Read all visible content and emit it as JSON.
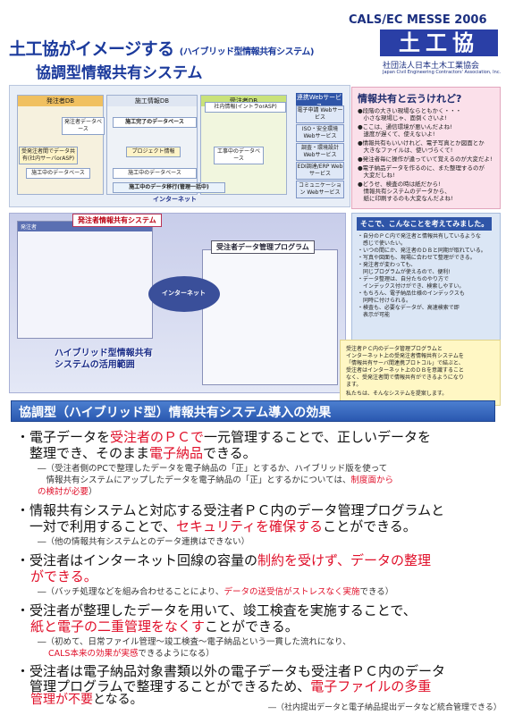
{
  "header": {
    "title_main": "土工協がイメージする",
    "title_paren": "(ハイブリッド型情報共有システム)",
    "title_sub": "協調型情報共有システム",
    "event": "CALS/EC MESSE 2006",
    "logo": "土工協",
    "association": "社団法人日本土木工業協会",
    "association_en": "Japan Civil Engineering Contractors' Association, Inc."
  },
  "diagram": {
    "col_orderer": "発注者DB",
    "col_construction": "施工情報DB",
    "col_contractor": "受注者DB",
    "col_web": "連携Webサービス",
    "node_order_mgmt": "発注者データベース",
    "node_order_asp": "受発注者間でデータ共有(社内サーバorASP)",
    "node_const1": "施工完了のデータベース",
    "node_const2": "施工中のデータベース",
    "node_in_house": "社内情報(イントラorASP)",
    "node_project": "プロジェクト情報",
    "node_contractor_db": "工事中のデータベース",
    "node_exec": "施工中のデータ移行(管理一括中)",
    "internet": "インターネット",
    "web": [
      "電子申請 Webサービス",
      "ISO・安全環境 Webサービス",
      "調査・環境設計 Webサービス",
      "EDI調達/ERP Webサービス",
      "コミュニケーション Webサービス"
    ]
  },
  "share_box": {
    "title": "情報共有と云うけれど?",
    "lines": [
      "●段階の大きい現場ならともかく・・・",
      "　小さな現場じゃ、面倒くさいよ!",
      "●ここは、通信環境が悪いんだよね!",
      "　速度が遅くて、使えないよ!",
      "●情報共有もいいけれど、電子写真とか図面とか",
      "　大きなファイルは、使いづらくて!",
      "●発注者毎に操作が違っていて覚えるのが大変だよ!",
      "●電子納品データを作るのに、また整理するのが",
      "　大変だしね!",
      "●どうせ、検査の時は紙だから!",
      "　情報共有システムのデータから、",
      "　紙に印刷するのも大変なんだよね!"
    ]
  },
  "idea_box": {
    "title": "そこで、こんなことを考えてみました。",
    "lines": [
      "・自分のＰＣ内で発注者と情報共有しているような",
      "　感じで使いたい。",
      "・いつの間にか、発注者のＤＢと同期が取れている。",
      "・写真や図面も、現場に合わせて整理ができる。",
      "・発注者が変わっても、",
      "　同じプログラムが使えるので、便利!",
      "・データ整理は、自分たちのやり方で",
      "　インデックス付けができ、検索しやすい。",
      "・もちろん、電子納品仕様のインデックスも",
      "　同時に付けられる。",
      "・検査も、必要なデータが、高速検索で即",
      "　表示が可能"
    ]
  },
  "concept_box": {
    "lines": [
      "受注者ＰＣ内のデータ管理プログラムと",
      "インターネット上の受発注者情報共有システムを",
      "「情報共有サーバ間連携プロトコル」で結ぶと、",
      "受注者はインターネット上のＤＢを意識すること",
      "なく、受発注者間で情報共有ができるようになり",
      "ます。",
      "私たちは、そんなシステムを提案します。"
    ]
  },
  "illustration": {
    "hybrid_tab": "発注者情報共有システム",
    "orderer_label": "発注者",
    "program_tab": "受注者データ管理プログラム",
    "internet": "インターネット",
    "range_line1": "ハイブリッド型情報共有",
    "range_line2": "システムの活用範囲"
  },
  "effects": {
    "title": "協調型（ハイブリッド型）情報共有システム導入の効果",
    "b1a": "・電子データを",
    "b1b": "受注者のＰＣで",
    "b1c": "一元管理することで、正しいデータを",
    "b1d": "　整理でき、そのまま",
    "b1e": "電子納品",
    "b1f": "できる。",
    "s1a": "―（受注者側のPCで整理したデータを電子納品の「正」とするか、ハイブリッド版を使って",
    "s1b": "　情報共有システムにアップしたデータを電子納品の「正」とするかについては、",
    "s1c": "制度面から",
    "s1d": "の検討が必要",
    "s1e": "）",
    "b2a": "・情報共有システムと対応する受注者ＰＣ内のデータ管理プログラムと",
    "b2b": "　一対で利用することで、",
    "b2c": "セキュリティを確保する",
    "b2d": "ことができる。",
    "s2": "―（他の情報共有システムとのデータ連携はできない）",
    "b3a": "・受注者はインターネット回線の容量の",
    "b3b": "制約を受けず、データの整理",
    "b3c": "ができる。",
    "s3a": "―（バッチ処理などを組み合わせることにより、",
    "s3b": "データの送受信がストレスなく実施",
    "s3c": "できる）",
    "b4a": "・受注者が整理したデータを用いて、竣工検査を実施することで、",
    "b4b": "紙と電子の二重管理をなくす",
    "b4c": "ことができる。",
    "s4a": "―（初めて、日常ファイル管理～竣工検査～電子納品という一貫した流れになり、",
    "s4b": "CALS本来の効果が実感",
    "s4c": "できるようになる）",
    "b5a": "・受注者は電子納品対象書類以外の電子データも受注者ＰＣ内のデータ",
    "b5b": "　管理プログラムで整理することができるため、",
    "b5c": "電子ファイルの多重",
    "b5d": "管理が不要",
    "b5e": "となる。",
    "s5": "―（社内提出データと電子納品提出データなど統合管理できる）"
  }
}
